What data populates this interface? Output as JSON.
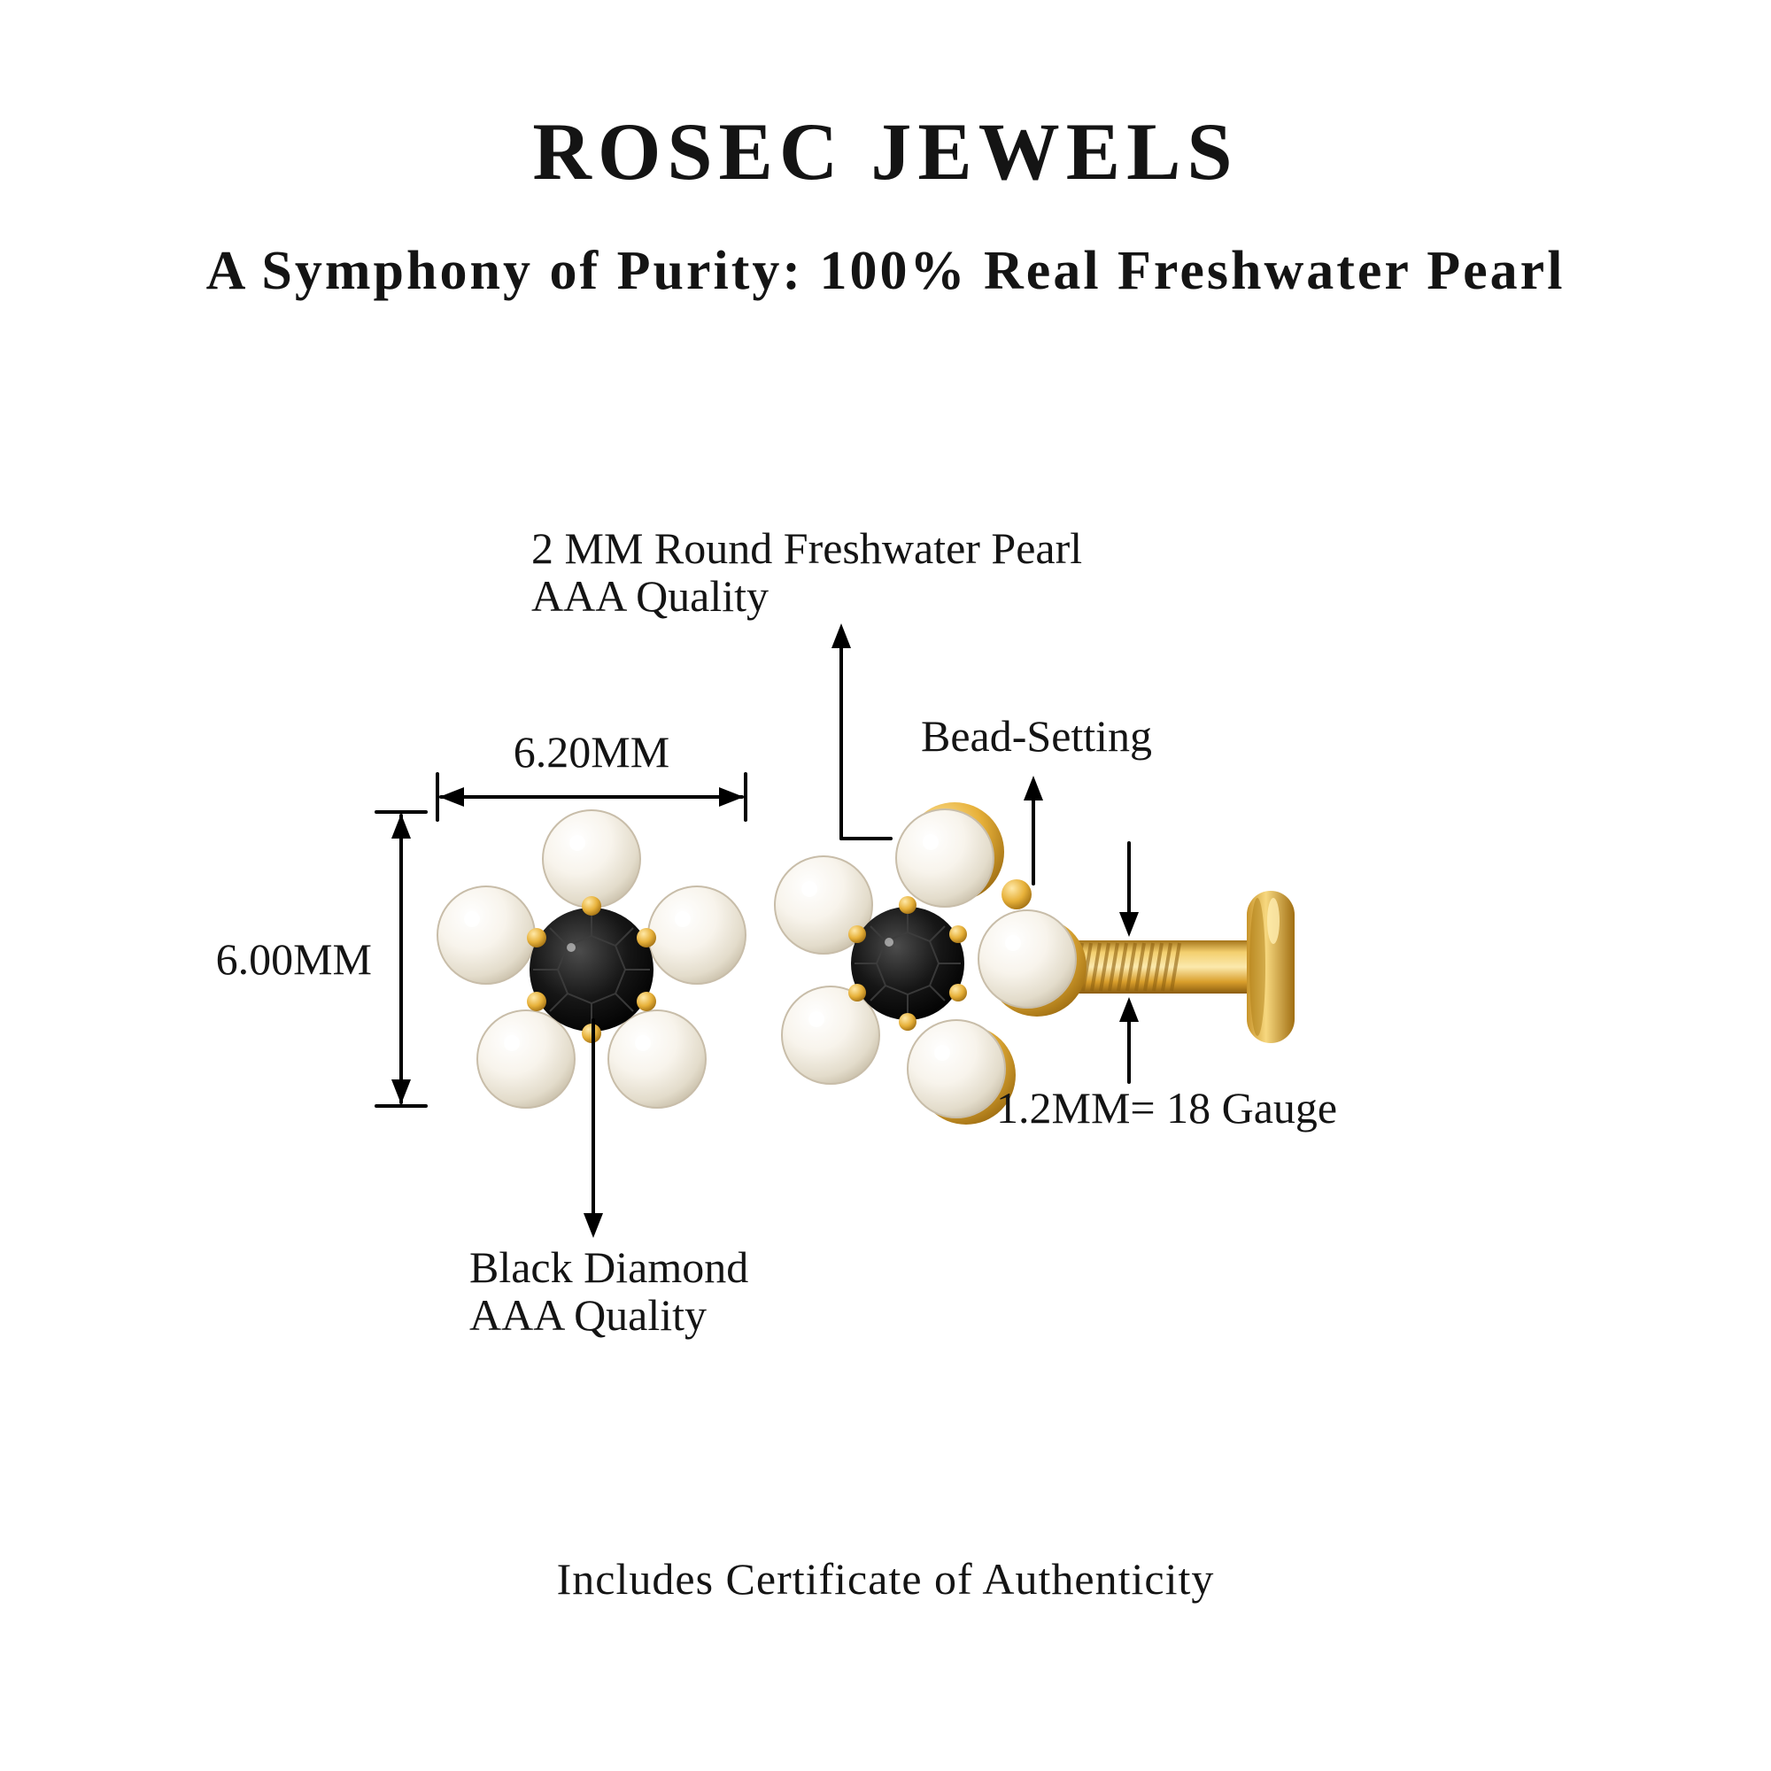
{
  "header": {
    "brand": "ROSEC JEWELS",
    "tagline": "A Symphony of Purity: 100% Real Freshwater Pearl"
  },
  "annotations": {
    "pearl": {
      "line1": "2 MM Round Freshwater Pearl",
      "line2": "AAA Quality"
    },
    "bead_setting": "Bead-Setting",
    "dimensions": {
      "width": "6.20MM",
      "height": "6.00MM",
      "post_gauge": "1.2MM= 18 Gauge"
    },
    "diamond": {
      "line1": "Black Diamond",
      "line2": "AAA Quality"
    }
  },
  "footer": {
    "certificate_note": "Includes Certificate of Authenticity"
  },
  "palette": {
    "gold": "#DFA52F",
    "gold_dark": "#8A5C10",
    "pearl_white": "#F6F2E8",
    "diamond_black": "#0C0C0C",
    "text": "#141414",
    "background": "#FFFFFF",
    "annotation_line": "#000000"
  }
}
